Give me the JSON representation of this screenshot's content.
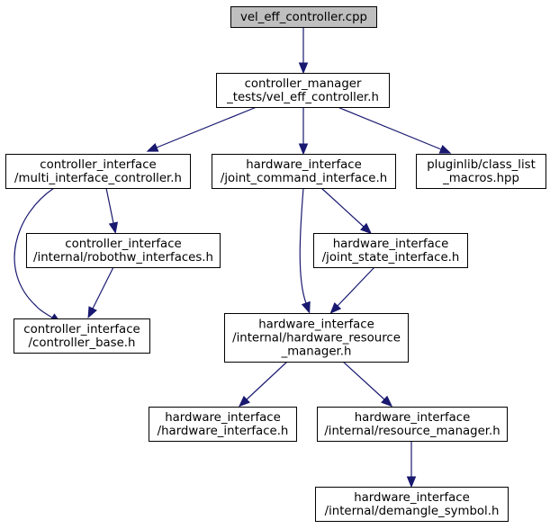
{
  "graph": {
    "nodes": [
      {
        "id": "root",
        "lines": [
          "vel_eff_controller.cpp"
        ]
      },
      {
        "id": "vel_h",
        "lines": [
          "controller_manager",
          "_tests/vel_eff_controller.h"
        ]
      },
      {
        "id": "multi",
        "lines": [
          "controller_interface",
          "/multi_interface_controller.h"
        ]
      },
      {
        "id": "jci",
        "lines": [
          "hardware_interface",
          "/joint_command_interface.h"
        ]
      },
      {
        "id": "plugin",
        "lines": [
          "pluginlib/class_list",
          "_macros.hpp"
        ]
      },
      {
        "id": "robothw",
        "lines": [
          "controller_interface",
          "/internal/robothw_interfaces.h"
        ]
      },
      {
        "id": "jsi",
        "lines": [
          "hardware_interface",
          "/joint_state_interface.h"
        ]
      },
      {
        "id": "cbase",
        "lines": [
          "controller_interface",
          "/controller_base.h"
        ]
      },
      {
        "id": "hrm",
        "lines": [
          "hardware_interface",
          "/internal/hardware_resource",
          "_manager.h"
        ]
      },
      {
        "id": "hwi",
        "lines": [
          "hardware_interface",
          "/hardware_interface.h"
        ]
      },
      {
        "id": "rm",
        "lines": [
          "hardware_interface",
          "/internal/resource_manager.h"
        ]
      },
      {
        "id": "demangle",
        "lines": [
          "hardware_interface",
          "/internal/demangle_symbol.h"
        ]
      }
    ],
    "edges": [
      {
        "from": "root",
        "to": "vel_h"
      },
      {
        "from": "vel_h",
        "to": "multi"
      },
      {
        "from": "vel_h",
        "to": "jci"
      },
      {
        "from": "vel_h",
        "to": "plugin"
      },
      {
        "from": "multi",
        "to": "robothw"
      },
      {
        "from": "multi",
        "to": "cbase"
      },
      {
        "from": "robothw",
        "to": "cbase"
      },
      {
        "from": "jci",
        "to": "jsi"
      },
      {
        "from": "jci",
        "to": "hrm"
      },
      {
        "from": "jsi",
        "to": "hrm"
      },
      {
        "from": "hrm",
        "to": "hwi"
      },
      {
        "from": "hrm",
        "to": "rm"
      },
      {
        "from": "rm",
        "to": "demangle"
      }
    ]
  },
  "colors": {
    "edge": "#191970",
    "root_fill": "#bfbfbf",
    "node_fill": "#ffffff",
    "border": "#000000"
  }
}
